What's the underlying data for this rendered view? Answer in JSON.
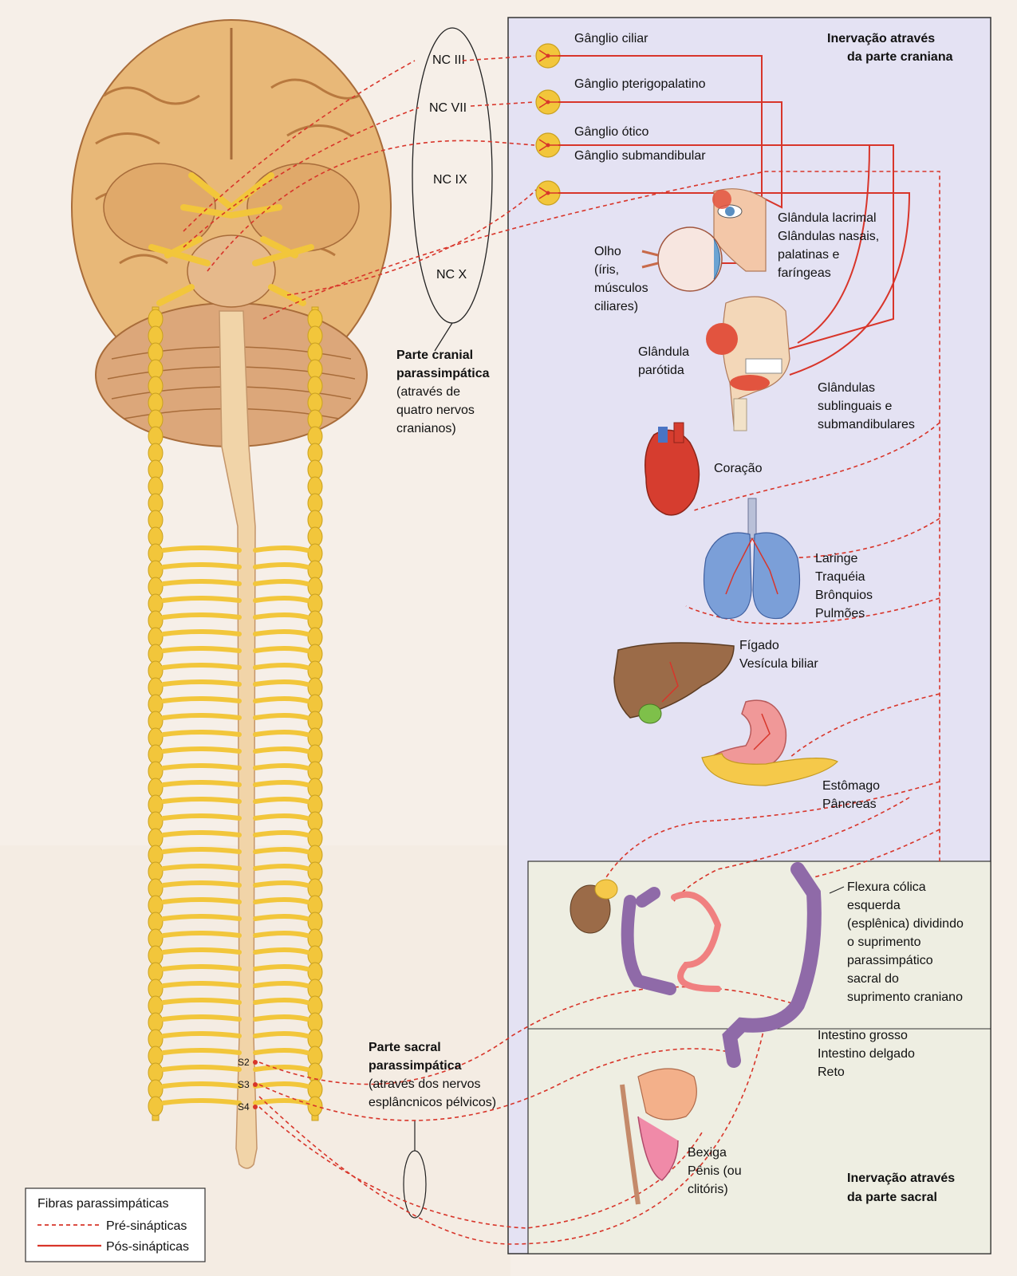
{
  "colors": {
    "panel_bg": "#e4e2f3",
    "panel_border": "#333333",
    "nerve_yellow": "#f2c63b",
    "fiber_red": "#d8352a",
    "brain": "#e8b878",
    "cord_tan": "#f1d4a8"
  },
  "cranial_nerves": [
    "NC III",
    "NC VII",
    "NC IX",
    "NC X"
  ],
  "ganglia": [
    {
      "label": "Gânglio ciliar"
    },
    {
      "label": "Gânglio pterigopalatino"
    },
    {
      "label": "Gânglio ótico"
    },
    {
      "label": "Gânglio submandibular"
    }
  ],
  "headers": {
    "cranial": [
      "Inervação através",
      "da parte craniana"
    ],
    "sacral": [
      "Inervação através",
      "da parte sacral"
    ]
  },
  "left_labels": {
    "cranial_part": {
      "title": [
        "Parte cranial",
        "parassimpática"
      ],
      "desc": [
        "(através de",
        "quatro nervos",
        "cranianos)"
      ]
    },
    "sacral_part": {
      "title": [
        "Parte sacral",
        "parassimpática"
      ],
      "desc": [
        "(através dos nervos",
        "esplâncnicos pélvicos)"
      ]
    }
  },
  "spinal_segments": [
    "S2",
    "S3",
    "S4"
  ],
  "targets": {
    "lacrimal": [
      "Glândula lacrimal",
      "Glândulas nasais,",
      "palatinas e",
      "faríngeas"
    ],
    "eye": [
      "Olho",
      "(íris,",
      "músculos",
      "ciliares)"
    ],
    "parotid": [
      "Glândula",
      "parótida"
    ],
    "sublingual": [
      "Glândulas",
      "sublinguais e",
      "submandibulares"
    ],
    "heart": [
      "Coração"
    ],
    "lungs": [
      "Laringe",
      "Traquéia",
      "Brônquios",
      "Pulmões"
    ],
    "liver": [
      "Fígado",
      "Vesícula biliar"
    ],
    "stomach": [
      "Estômago",
      "Pâncreas"
    ],
    "colon_flexure": [
      "Flexura cólica",
      "esquerda",
      "(esplênica) dividindo",
      "o suprimento",
      "parassimpático",
      "sacral do",
      "suprimento craniano"
    ],
    "intestines": [
      "Intestino grosso",
      "Intestino delgado",
      "Reto"
    ],
    "bladder": [
      "Bexiga",
      "Pênis (ou",
      "clitóris)"
    ]
  },
  "legend": {
    "title": "Fibras parassimpáticas",
    "items": [
      {
        "label": "Pré-sinápticas",
        "style": "dashed"
      },
      {
        "label": "Pós-sinápticas",
        "style": "solid"
      }
    ]
  }
}
